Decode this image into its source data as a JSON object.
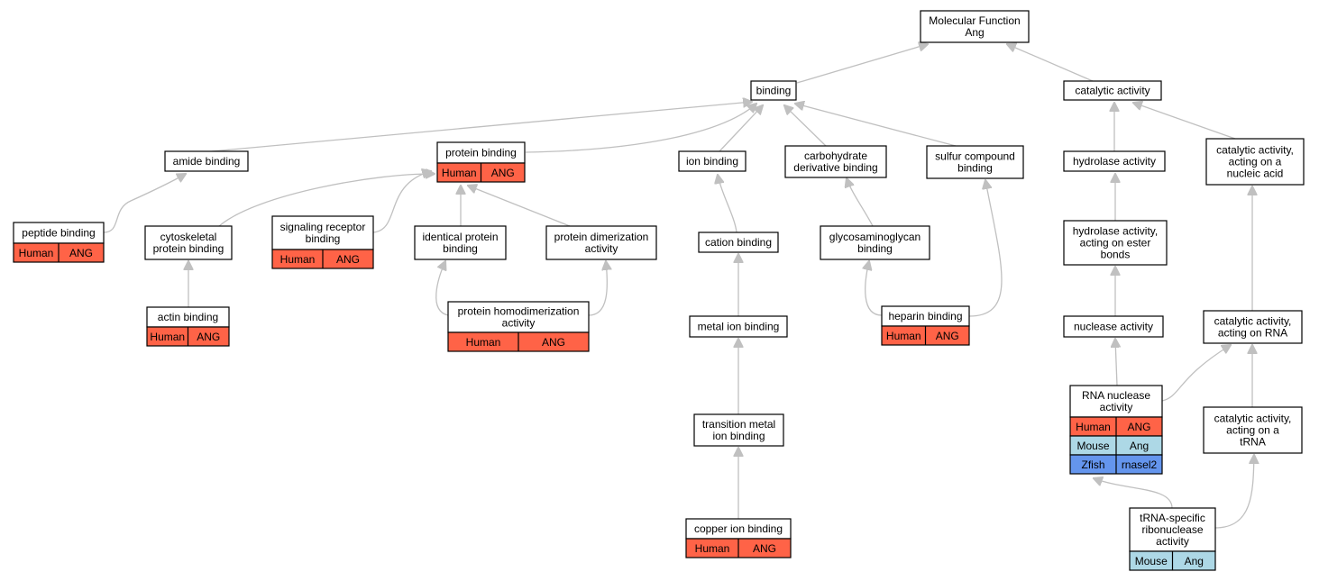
{
  "colors": {
    "human": "#ff6347",
    "mouse": "#add8e6",
    "zfish": "#6495ed",
    "edge": "#c0c0c0"
  },
  "nodes": {
    "molecular_function": [
      "Molecular Function",
      "Ang"
    ],
    "binding": [
      "binding"
    ],
    "catalytic_activity": [
      "catalytic activity"
    ],
    "amide_binding": [
      "amide binding"
    ],
    "protein_binding": [
      "protein binding"
    ],
    "ion_binding": [
      "ion binding"
    ],
    "carbohydrate_derivative_binding": [
      "carbohydrate",
      "derivative binding"
    ],
    "sulfur_compound_binding": [
      "sulfur compound",
      "binding"
    ],
    "hydrolase_activity": [
      "hydrolase activity"
    ],
    "catalytic_nucleic_acid": [
      "catalytic activity,",
      "acting on a",
      "nucleic acid"
    ],
    "peptide_binding": [
      "peptide binding"
    ],
    "cytoskeletal_protein_binding": [
      "cytoskeletal",
      "protein binding"
    ],
    "signaling_receptor_binding": [
      "signaling receptor",
      "binding"
    ],
    "identical_protein_binding": [
      "identical protein",
      "binding"
    ],
    "protein_dimerization_activity": [
      "protein dimerization",
      "activity"
    ],
    "cation_binding": [
      "cation binding"
    ],
    "glycosaminoglycan_binding": [
      "glycosaminoglycan",
      "binding"
    ],
    "hydrolase_ester": [
      "hydrolase activity,",
      "acting on ester",
      "bonds"
    ],
    "actin_binding": [
      "actin binding"
    ],
    "protein_homodimerization_activity": [
      "protein homodimerization",
      "activity"
    ],
    "metal_ion_binding": [
      "metal ion binding"
    ],
    "heparin_binding": [
      "heparin binding"
    ],
    "nuclease_activity": [
      "nuclease activity"
    ],
    "catalytic_rna": [
      "catalytic activity,",
      "acting on RNA"
    ],
    "rna_nuclease_activity": [
      "RNA nuclease",
      "activity"
    ],
    "transition_metal_ion_binding": [
      "transition metal",
      "ion binding"
    ],
    "catalytic_trna": [
      "catalytic activity,",
      "acting on a",
      "tRNA"
    ],
    "copper_ion_binding": [
      "copper ion binding"
    ],
    "trna_specific_ribonuclease_activity": [
      "tRNA-specific",
      "ribonuclease",
      "activity"
    ]
  },
  "annotations": {
    "protein_binding": [
      [
        "Human",
        "ANG"
      ]
    ],
    "peptide_binding": [
      [
        "Human",
        "ANG"
      ]
    ],
    "signaling_receptor_binding": [
      [
        "Human",
        "ANG"
      ]
    ],
    "actin_binding": [
      [
        "Human",
        "ANG"
      ]
    ],
    "protein_homodimerization_activity": [
      [
        "Human",
        "ANG"
      ]
    ],
    "heparin_binding": [
      [
        "Human",
        "ANG"
      ]
    ],
    "copper_ion_binding": [
      [
        "Human",
        "ANG"
      ]
    ],
    "rna_nuclease_activity": [
      [
        "Human",
        "ANG"
      ],
      [
        "Mouse",
        "Ang"
      ],
      [
        "Zfish",
        "rnasel2"
      ]
    ],
    "trna_specific_ribonuclease_activity": [
      [
        "Mouse",
        "Ang"
      ]
    ]
  }
}
